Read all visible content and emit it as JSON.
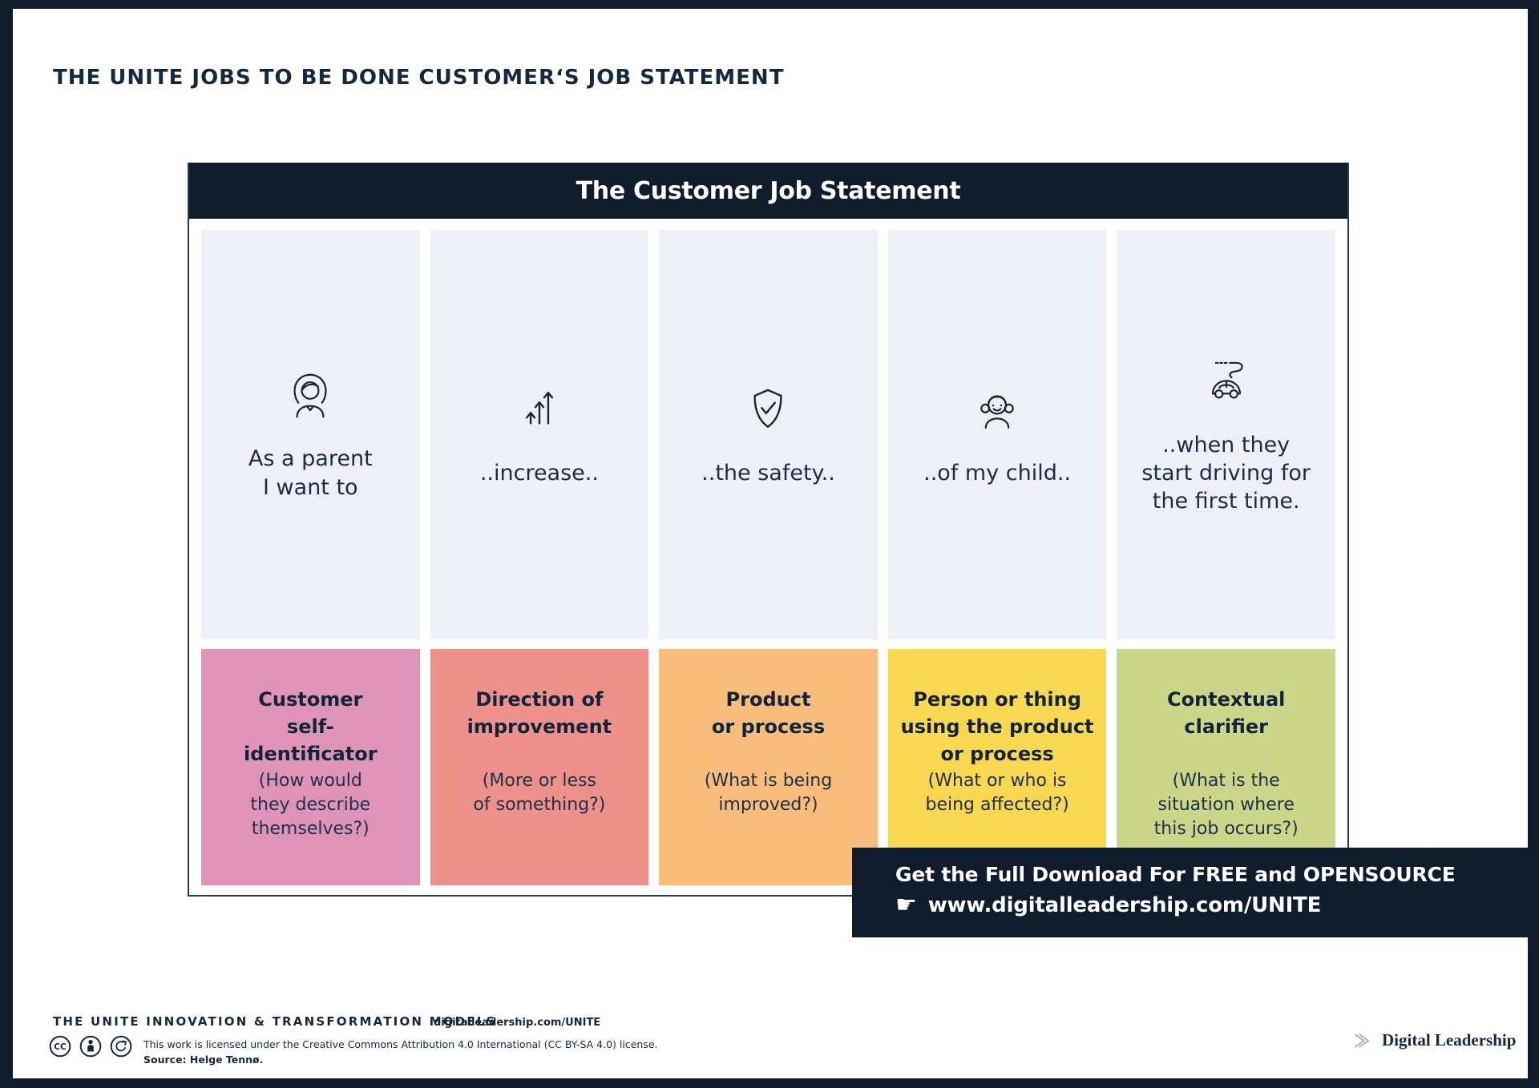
{
  "page": {
    "title": "THE UNITE JOBS TO BE DONE CUSTOMER‘S JOB STATEMENT",
    "colors": {
      "navy": "#0e1c2b",
      "text_navy": "#14293e",
      "light_cell": "#edf0f7"
    }
  },
  "table": {
    "header": "The Customer Job Statement",
    "columns": [
      {
        "icon": "parent-icon",
        "statement": "As a parent\nI want to",
        "label": "Customer\nself-\nidentificator",
        "question": "(How would\nthey describe\nthemselves?)",
        "color": "#df93b7"
      },
      {
        "icon": "increase-arrows-icon",
        "statement": "..increase..",
        "label": "Direction of\nimprovement",
        "question": "(More or less\nof something?)",
        "color": "#ee918b"
      },
      {
        "icon": "shield-check-icon",
        "statement": "..the safety..",
        "label": "Product\nor process",
        "question": "(What is being\nimproved?)",
        "color": "#f8bd7b"
      },
      {
        "icon": "child-icon",
        "statement": "..of my child..",
        "label": "Person or thing\nusing the product\nor process",
        "question": "(What or who is\nbeing affected?)",
        "color": "#f9d851"
      },
      {
        "icon": "car-journey-icon",
        "statement": "..when they\nstart driving for\nthe first time.",
        "label": "Contextual\nclarifier",
        "question": "(What is the\nsituation where\nthis job occurs?)",
        "color": "#cbd689"
      }
    ]
  },
  "banner": {
    "line1": "Get the Full Download For FREE and OPENSOURCE",
    "pointer": "☛",
    "url": "www.digitalleadership.com/UNITE"
  },
  "footer": {
    "models_label": "THE UNITE INNOVATION & TRANSFORMATION MODELS",
    "models_link": "digitalleadership.com/UNITE",
    "license": "This work is licensed under the Creative Commons Attribution 4.0 International (CC BY-SA 4.0) license.",
    "source": "Source: Helge Tennø.",
    "cc_icons": [
      "cc-icon",
      "attribution-icon",
      "share-alike-icon"
    ],
    "brand": "Digital Leadership"
  }
}
